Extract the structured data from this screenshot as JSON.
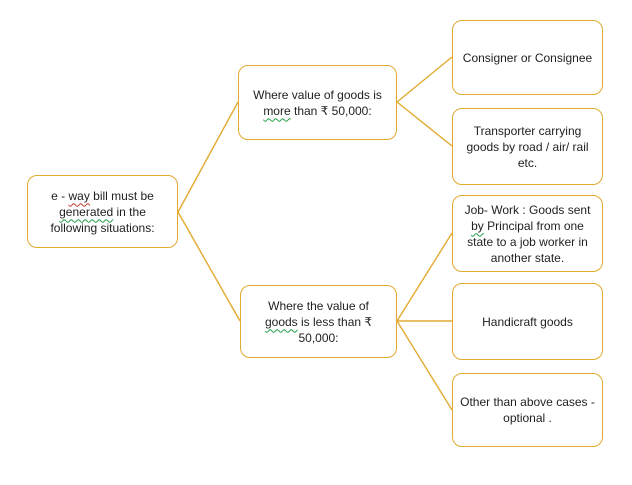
{
  "diagram": {
    "title_semantic": "e-way bill generation situations flowchart",
    "colors": {
      "accent_gold": "#E2AA30",
      "line": "#E2AA30",
      "squiggle_red": "#C0392B",
      "squiggle_green": "#1E9E44",
      "text": "#1f1f1f",
      "background": "#ffffff"
    },
    "nodes": {
      "root": {
        "full_text": "e - way bill must be generated in the following situations:",
        "line1_a": "e - ",
        "line1_b": "way",
        "line1_c": " bill must be",
        "line2_a": "generated",
        "line2_b": " in the",
        "line3": "following situations:"
      },
      "more": {
        "full_text": "Where value of goods is more than ₹ 50,000:",
        "line1": "Where value of goods is",
        "line2_a": "more",
        "line2_b": " than ₹ 50,000:"
      },
      "less": {
        "full_text": "Where the value of goods is less than ₹ 50,000:",
        "line1": "Where the value of",
        "line2_a": "goods",
        "line2_b": " is less than ₹",
        "line3": "50,000:"
      },
      "consigner": {
        "full_text": "Consigner or Consignee",
        "line1": "Consigner or Consignee"
      },
      "transporter": {
        "full_text": "Transporter carrying goods by road / air/ rail etc.",
        "line1": "Transporter carrying",
        "line2": "goods by road / air/ rail",
        "line3": "etc."
      },
      "job_work": {
        "full_text": "Job- Work : Goods sent by Principal from one state to a job worker in another state.",
        "line1": "Job- Work : Goods sent",
        "line2_a": "by",
        "line2_b": " Principal from one",
        "line3": "state to a job worker in",
        "line4": "another state."
      },
      "handicraft": {
        "full_text": "Handicraft goods",
        "line1": "Handicraft goods"
      },
      "other": {
        "full_text": "Other than above cases - optional .",
        "line1": "Other than above cases -",
        "line2": "optional ."
      }
    }
  }
}
